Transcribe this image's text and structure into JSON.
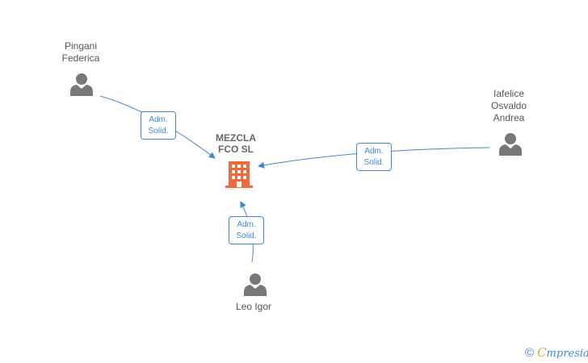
{
  "nodes": {
    "person_pingani": {
      "label": "Pingani\nFederica"
    },
    "person_iafelice": {
      "label": "Iafelice\nOsvaldo\nAndrea"
    },
    "person_leo": {
      "label": "Leo Igor"
    },
    "company": {
      "label": "MEZCLA\nFCO  SL"
    }
  },
  "edges": {
    "pingani": {
      "role_line1": "Adm.",
      "role_line2": "Solid."
    },
    "iafelice": {
      "role_line1": "Adm.",
      "role_line2": "Solid."
    },
    "leo": {
      "role_line1": "Adm.",
      "role_line2": "Solid."
    }
  },
  "colors": {
    "edge": "#3f87d6",
    "person_icon": "#777777",
    "company_icon": "#ef6a3a"
  },
  "icons": {
    "person": "person-icon",
    "company": "building-icon"
  },
  "watermark": {
    "copyright_symbol": "©",
    "brand_first": "C",
    "brand_rest": "mpresia"
  }
}
